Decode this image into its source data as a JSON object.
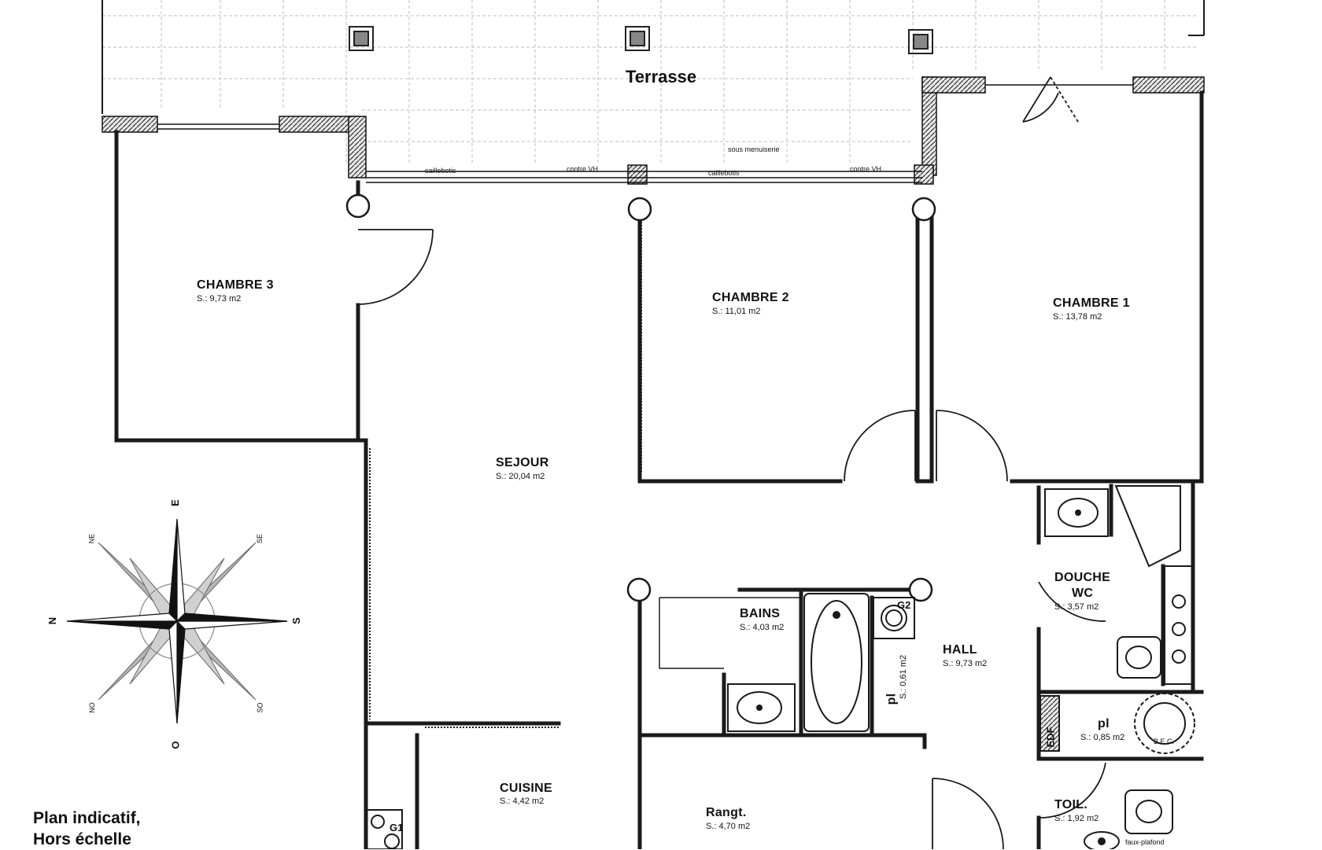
{
  "terrace": {
    "label": "Terrasse"
  },
  "rooms": [
    {
      "id": "chambre3",
      "name": "CHAMBRE 3",
      "area": "S.: 9,73 m2"
    },
    {
      "id": "chambre2",
      "name": "CHAMBRE 2",
      "area": "S.: 11,01 m2"
    },
    {
      "id": "chambre1",
      "name": "CHAMBRE 1",
      "area": "S.: 13,78 m2"
    },
    {
      "id": "sejour",
      "name": "SEJOUR",
      "area": "S.: 20,04 m2"
    },
    {
      "id": "bains",
      "name": "BAINS",
      "area": "S.: 4,03 m2"
    },
    {
      "id": "hall",
      "name": "HALL",
      "area": "S.: 9,73 m2"
    },
    {
      "id": "douche",
      "name": "DOUCHE",
      "name2": "WC",
      "area": "S.: 3,57 m2"
    },
    {
      "id": "placard1",
      "name": "pl",
      "area": "S.: 0,61 m2"
    },
    {
      "id": "placard2",
      "name": "pl",
      "area": "S.: 0,85 m2"
    },
    {
      "id": "cuisine",
      "name": "CUISINE",
      "area": "S.: 4,42 m2"
    },
    {
      "id": "rangt",
      "name": "Rangt.",
      "area": "S.: 4,70 m2"
    },
    {
      "id": "toil",
      "name": "TOIL.",
      "area": "S.: 1,92 m2"
    }
  ],
  "fixtures": {
    "g1": "G1",
    "g2": "G2",
    "edf": "EDF",
    "bec": "B.E.C.",
    "faux_plafond": "faux-plafond"
  },
  "annotations": {
    "caillebotis": "caillebotis",
    "contre_vh": "contre VH",
    "sous_menuiserie": "sous menuiserie"
  },
  "compass": {
    "n": "N",
    "s": "S",
    "e": "E",
    "o": "O",
    "ne": "NE",
    "se": "SE",
    "no": "NO",
    "so": "SO"
  },
  "note": {
    "line1": "Plan indicatif,",
    "line2": "Hors échelle"
  },
  "colors": {
    "wall": "#1a1a1a",
    "grid": "#b8b8b8",
    "hatch": "#555555",
    "compass_dark": "#111111",
    "compass_light": "#b0b0b0"
  }
}
